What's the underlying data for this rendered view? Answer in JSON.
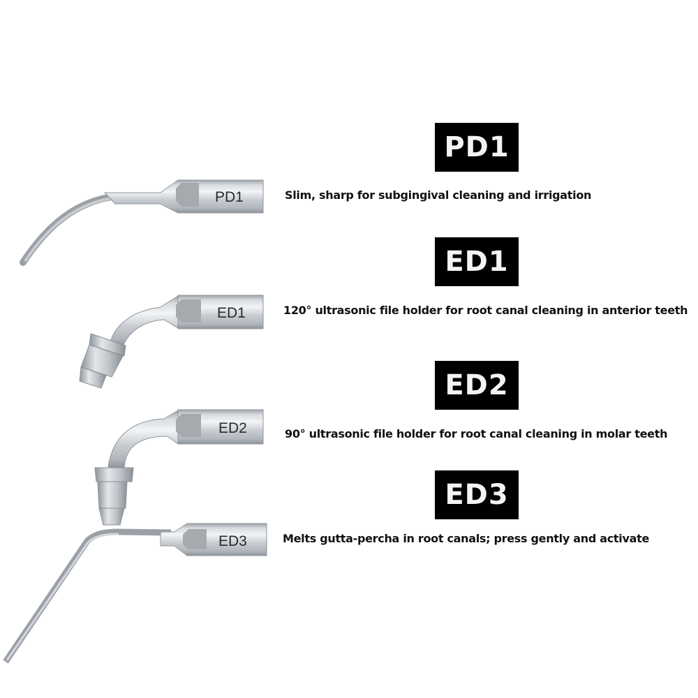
{
  "products": [
    {
      "code": "PD1",
      "engraving": "PD1",
      "description": "Slim, sharp for subgingival cleaning and irrigation"
    },
    {
      "code": "ED1",
      "engraving": "ED1",
      "description": "120° ultrasonic file holder for root canal cleaning in anterior teeth"
    },
    {
      "code": "ED2",
      "engraving": "ED2",
      "description": "90° ultrasonic file holder for root canal cleaning in molar teeth"
    },
    {
      "code": "ED3",
      "engraving": "ED3",
      "description": "Melts gutta-percha in root canals; press gently and activate"
    }
  ],
  "colors": {
    "label_bg": "#000000",
    "label_text": "#f4f2f2",
    "metal_light": "#e6e9ed",
    "metal_mid": "#b8bdc3",
    "metal_dark": "#8d939a",
    "flat_grey": "#a6aaae"
  }
}
